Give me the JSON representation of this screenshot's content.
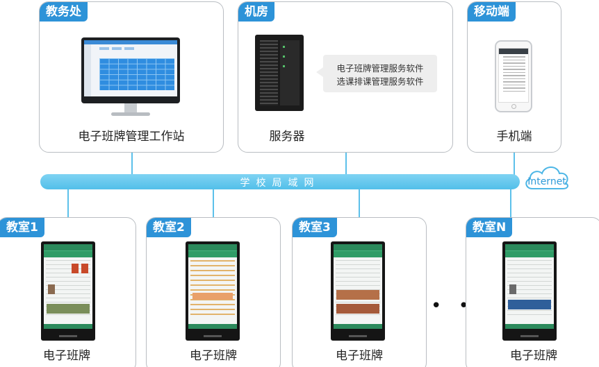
{
  "top": {
    "office": {
      "tag": "教务处",
      "caption": "电子班牌管理工作站"
    },
    "server_room": {
      "tag": "机房",
      "caption": "服务器",
      "bubble_lines": [
        "电子班牌管理服务软件",
        "选课排课管理服务软件"
      ]
    },
    "mobile": {
      "tag": "移动端",
      "caption": "手机端"
    }
  },
  "network": {
    "lan_label": "学校局域网",
    "internet_label": "Internet"
  },
  "classrooms": [
    {
      "tag": "教室1",
      "caption": "电子班牌"
    },
    {
      "tag": "教室2",
      "caption": "电子班牌"
    },
    {
      "tag": "教室3",
      "caption": "电子班牌"
    },
    {
      "tag": "教室N",
      "caption": "电子班牌"
    }
  ],
  "ellipsis": "• • •",
  "colors": {
    "accent_blue": "#2d93d8",
    "lan_blue": "#5cc0ea",
    "kiosk_green": "#2b8a5c",
    "panel_border": "#b9bdc2"
  },
  "icons": [
    "monitor-icon",
    "server-icon",
    "phone-icon",
    "cloud-icon",
    "kiosk-icon"
  ]
}
